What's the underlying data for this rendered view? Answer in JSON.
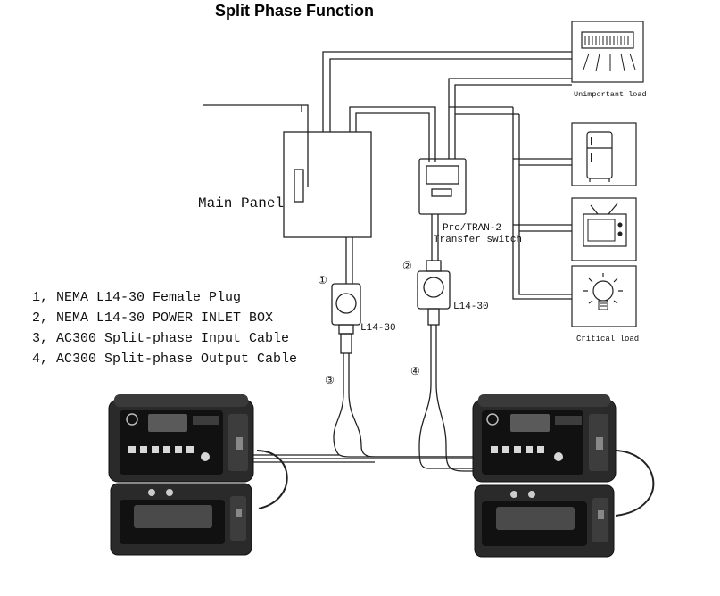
{
  "title": "Split Phase Function",
  "labels": {
    "main_panel": "Main Panel",
    "transfer_switch_line1": "Pro/TRAN-2",
    "transfer_switch_line2": "Transfer switch",
    "unimportant_load": "Unimportant load",
    "critical_load": "Critical load",
    "l14_30_left": "L14-30",
    "l14_30_right": "L14-30"
  },
  "markers": {
    "m1": "①",
    "m2": "②",
    "m3": "③",
    "m4": "④"
  },
  "legend": [
    "1, NEMA L14-30 Female Plug",
    "2, NEMA L14-30 POWER INLET BOX",
    "3, AC300 Split-phase Input Cable",
    "4, AC300 Split-phase Output Cable"
  ],
  "colors": {
    "line": "#222222",
    "device_body": "#2a2a2a",
    "device_dark": "#111111",
    "device_light": "#5a5a5a"
  },
  "icons": [
    "air-conditioner-icon",
    "refrigerator-icon",
    "television-icon",
    "light-bulb-icon",
    "power-station-icon",
    "battery-module-icon"
  ]
}
